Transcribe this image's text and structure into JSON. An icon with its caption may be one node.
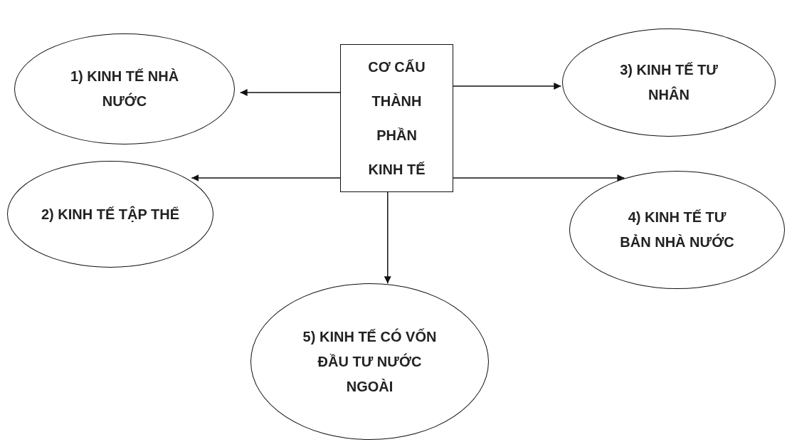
{
  "diagram": {
    "nodes": [
      {
        "text": [
          "CƠ CẤU THÀNH PHẦN KINH TẾ"
        ]
      },
      {
        "text": [
          "1) KINH TẾ NHÀ NƯỚC"
        ]
      },
      {
        "text": [
          "2) KINH TẾ TẬP THỂ"
        ]
      },
      {
        "text": [
          "3) KINH TẾ TƯ NHÂN"
        ]
      },
      {
        "text": [
          "4) KINH TẾ TƯ BẢN NHÀ NƯỚC"
        ]
      },
      {
        "text": [
          "5) KINH TẾ CÓ VỐN ĐẦU TƯ NƯỚC NGOÀI"
        ]
      }
    ],
    "edges": [
      {
        "from": 0,
        "to": 1,
        "arrow": "to"
      },
      {
        "from": 0,
        "to": 2,
        "arrow": "to"
      },
      {
        "from": 0,
        "to": 3,
        "arrow": "to"
      },
      {
        "from": 0,
        "to": 4,
        "arrow": "to"
      },
      {
        "from": 0,
        "to": 5,
        "arrow": "to"
      }
    ]
  }
}
